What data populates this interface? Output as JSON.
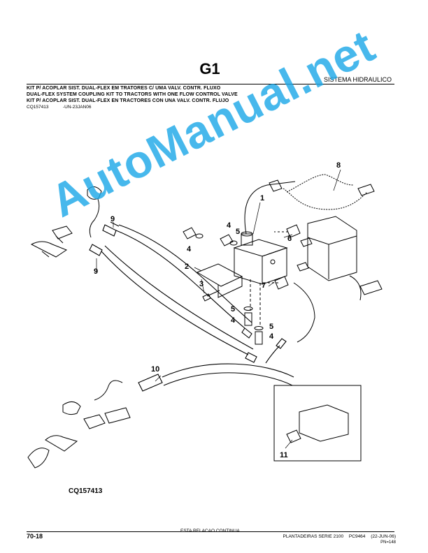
{
  "header": {
    "section_code": "G1",
    "section_name": "SISTEMA HIDRAULICO"
  },
  "title": {
    "pt": "KIT P/ ACOPLAR SIST. DUAL-FLEX EM TRATORES C/ UMA VALV. CONTR. FLUXO",
    "en": "DUAL-FLEX SYSTEM COUPLING KIT TO TRACTORS WITH ONE FLOW CONTROL VALVE",
    "es": "KIT P/ ACOPLAR SIST. DUAL-FLEX EN TRACTORES CON UNA VALV. CONTR. FLUJO",
    "figure_id": "CQ157413",
    "figure_stamp": "-UN-23JAN06"
  },
  "drawing": {
    "callouts": [
      "1",
      "2",
      "3",
      "4",
      "4",
      "4",
      "4",
      "5",
      "5",
      "5",
      "6",
      "7",
      "8",
      "9",
      "9",
      "10",
      "11"
    ],
    "caption": "CQ157413"
  },
  "watermark": "AutoManual.net",
  "footer": {
    "page_number": "70-18",
    "continues": "ESTA RELACAO CONTINUA",
    "series": "PLANTADEIRAS SERIE 2100",
    "pub_code": "PC9464",
    "date": "(22-JUN-06)",
    "pn": "PN=148"
  },
  "colors": {
    "watermark": "#1fa9e8",
    "ink": "#000000"
  }
}
